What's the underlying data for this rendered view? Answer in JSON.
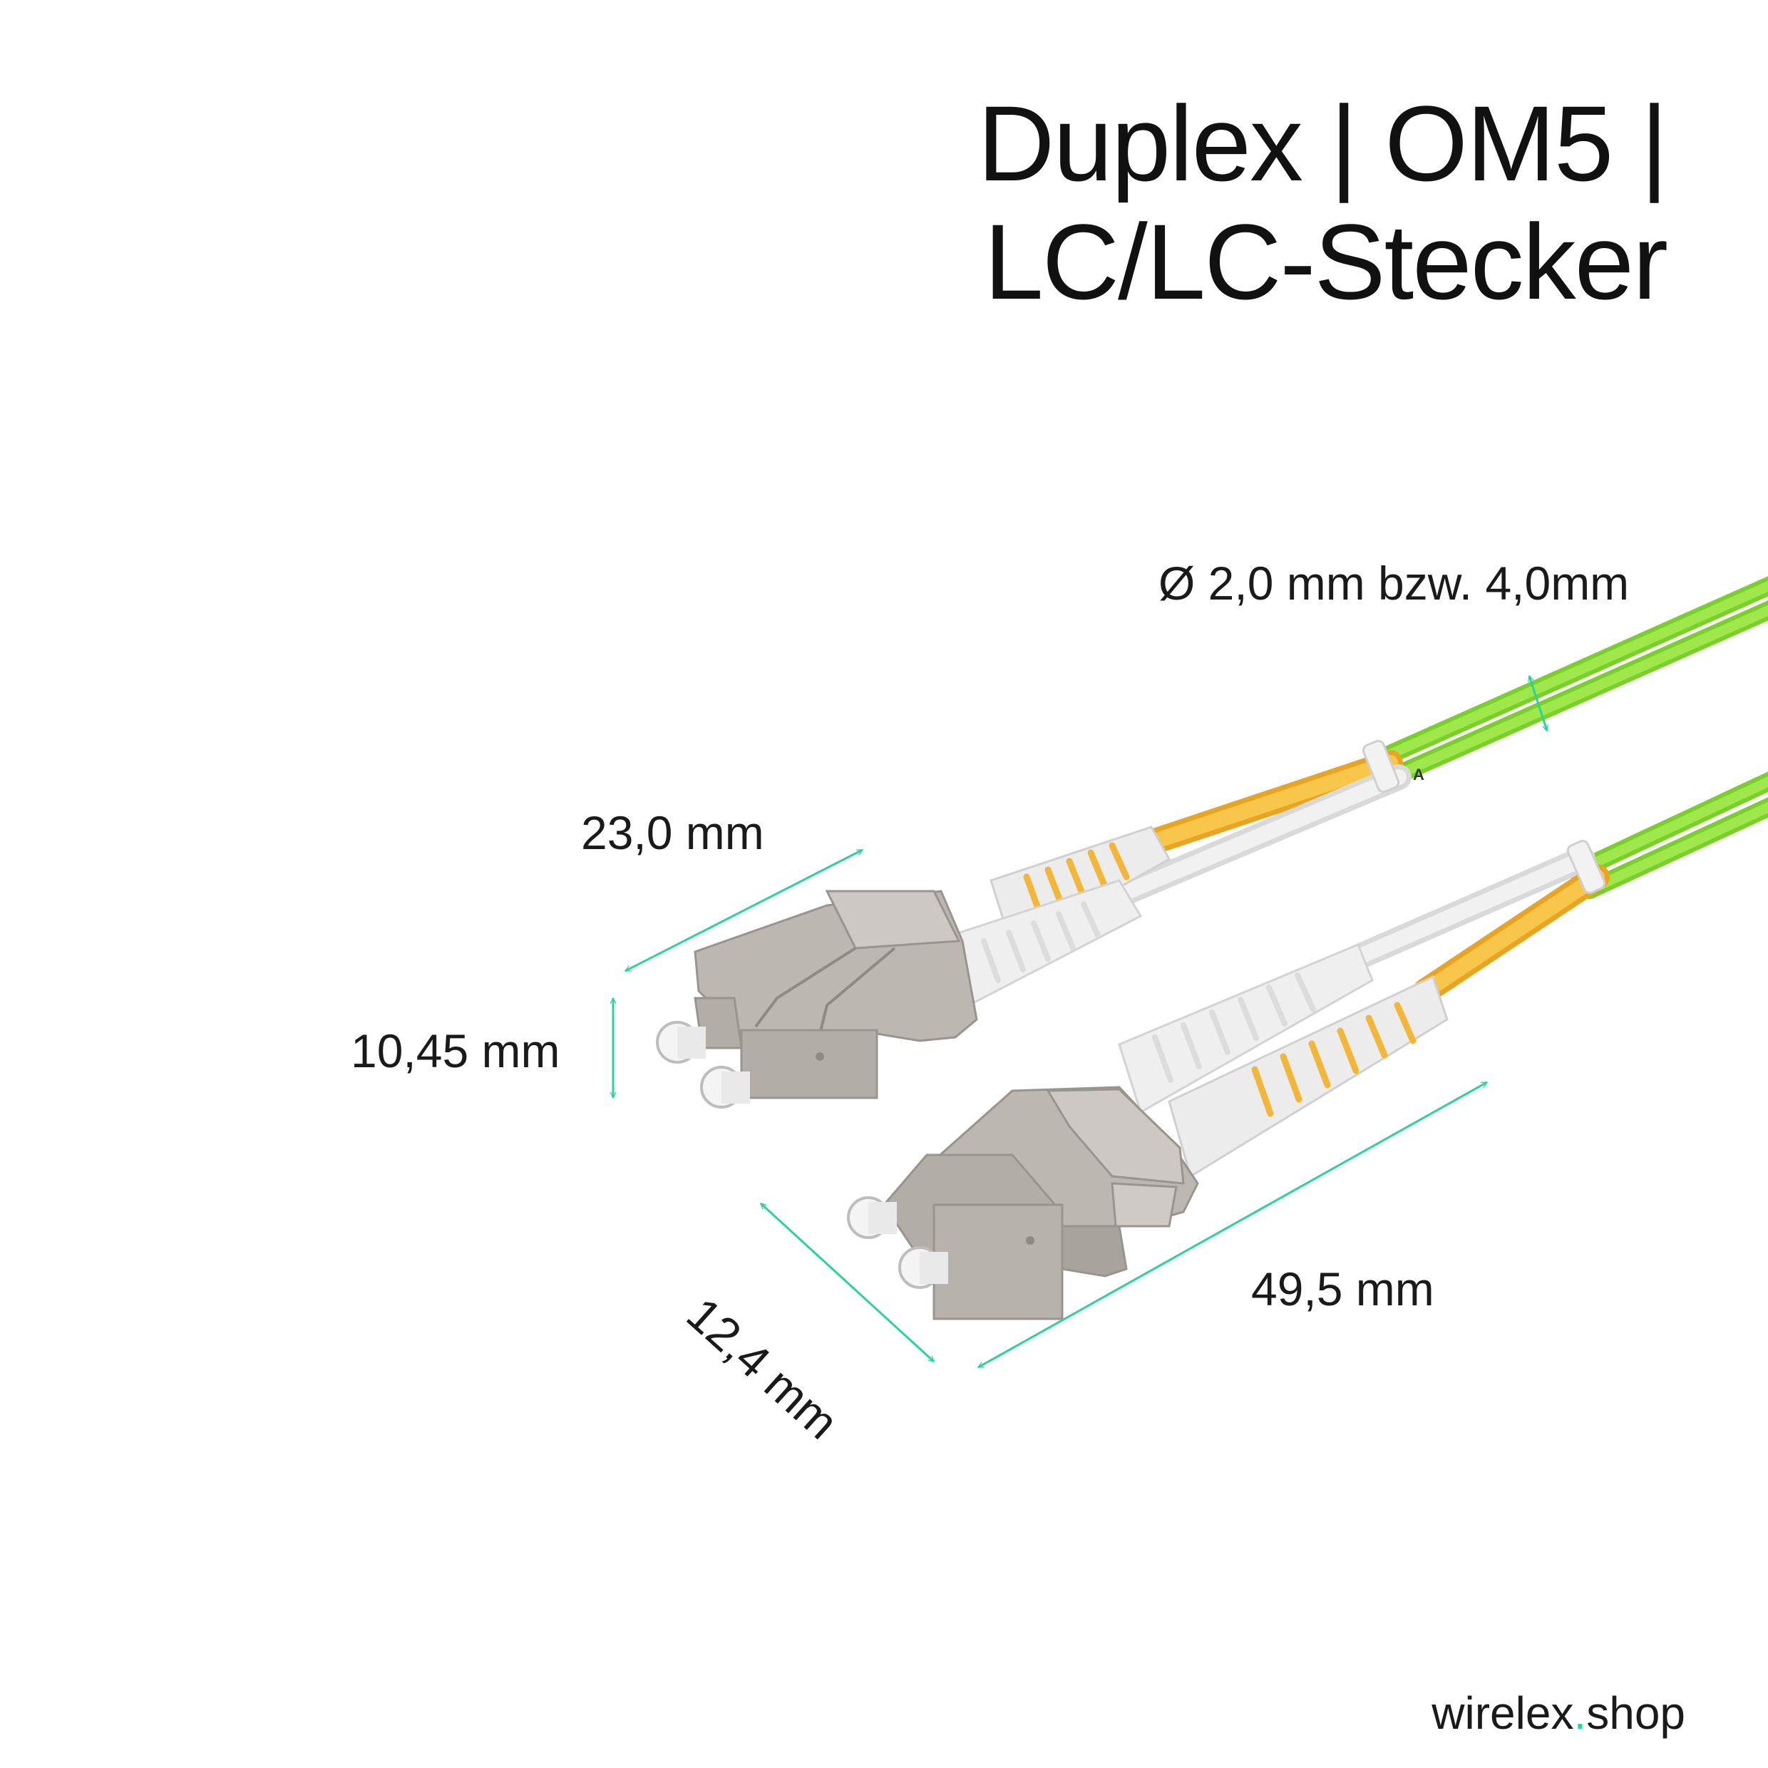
{
  "title": {
    "line1": "Duplex | OM5 |",
    "line2": "LC/LC-Stecker"
  },
  "dimensions": {
    "diameter": "Ø 2,0 mm bzw. 4,0mm",
    "length_top": "23,0 mm",
    "height": "10,45 mm",
    "width": "12,4 mm",
    "length_bottom": "49,5 mm"
  },
  "cable_marker": "A",
  "brand": {
    "name": "wirelex",
    "dot": ".",
    "suffix": "shop"
  },
  "colors": {
    "cable_green": "#8ee33a",
    "fiber_yellow": "#f6b92b",
    "boot_white": "#ebebeb",
    "housing_gray": "#b9b3ad",
    "dimension_arrow": "#2bd39a"
  }
}
